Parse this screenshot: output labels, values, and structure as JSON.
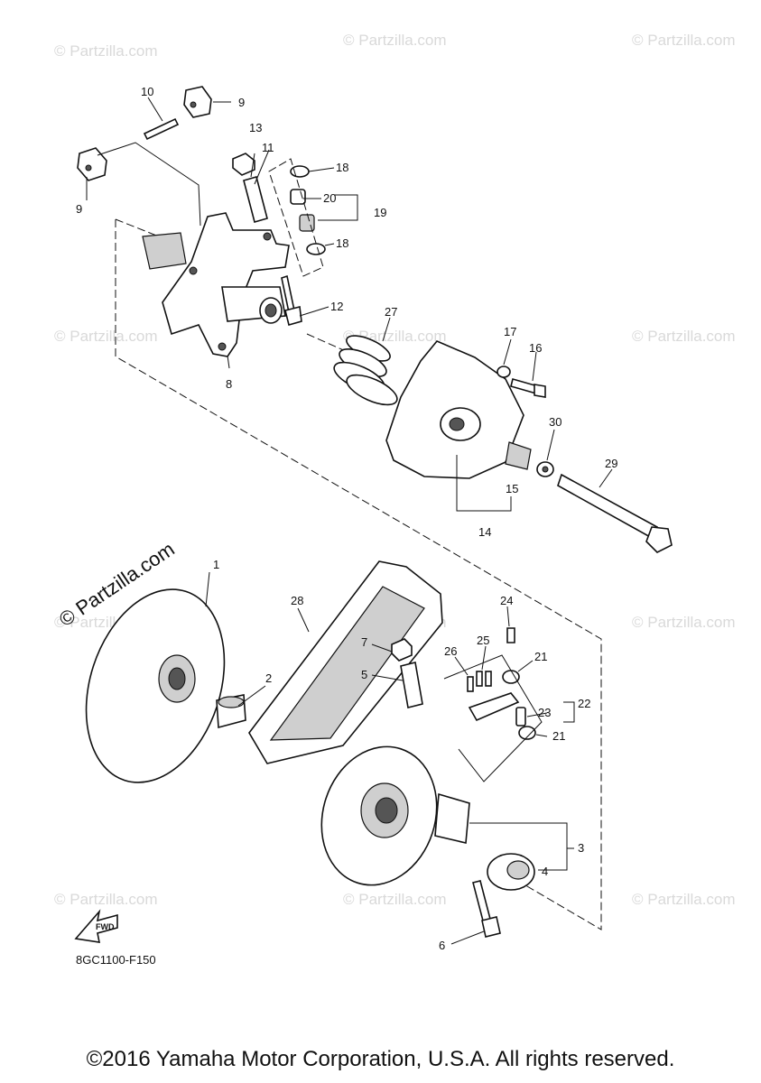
{
  "diagram": {
    "watermark": "© Partzilla.com",
    "diagram_code": "8GC1100-F150",
    "copyright": "©2016 Yamaha Motor Corporation, U.S.A. All rights reserved.",
    "fwd_label": "FWD",
    "callouts": [
      "1",
      "2",
      "3",
      "4",
      "5",
      "6",
      "7",
      "8",
      "9",
      "10",
      "11",
      "12",
      "13",
      "14",
      "15",
      "16",
      "17",
      "18",
      "19",
      "20",
      "21",
      "22",
      "23",
      "24",
      "25",
      "26",
      "27",
      "28",
      "29",
      "30"
    ]
  }
}
